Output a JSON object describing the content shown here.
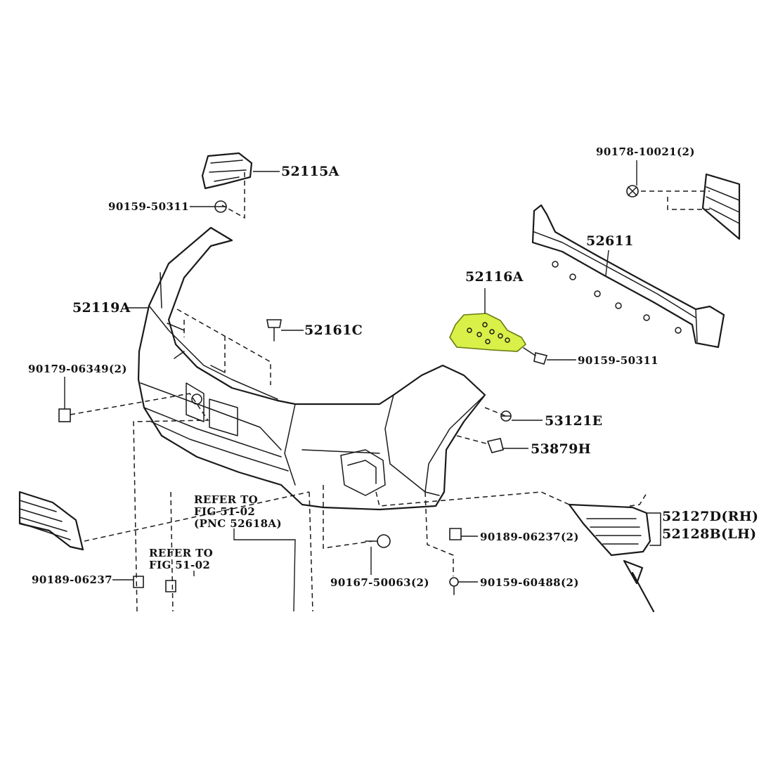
{
  "diagram": {
    "highlight_color": "#d8f048",
    "callouts": [
      {
        "id": "52115A",
        "text": "52115A"
      },
      {
        "id": "90159-50311-left",
        "text": "90159-50311"
      },
      {
        "id": "52119A",
        "text": "52119A"
      },
      {
        "id": "52161C",
        "text": "52161C"
      },
      {
        "id": "90179-06349",
        "text": "90179-06349(2)"
      },
      {
        "id": "52116A",
        "text": "52116A"
      },
      {
        "id": "90159-50311-right",
        "text": "90159-50311"
      },
      {
        "id": "90178-10021",
        "text": "90178-10021(2)"
      },
      {
        "id": "52611",
        "text": "52611"
      },
      {
        "id": "53121E",
        "text": "53121E"
      },
      {
        "id": "53879H",
        "text": "53879H"
      },
      {
        "id": "52127D",
        "text": "52127D(RH)"
      },
      {
        "id": "52128B",
        "text": "52128B(LH)"
      },
      {
        "id": "90189-06237-right",
        "text": "90189-06237(2)"
      },
      {
        "id": "90159-60488",
        "text": "90159-60488(2)"
      },
      {
        "id": "90167-50063",
        "text": "90167-50063(2)"
      },
      {
        "id": "90189-06237-left",
        "text": "90189-06237"
      }
    ],
    "refer_notes": [
      {
        "line1": "REFER TO",
        "line2": "FIG 51-02",
        "line3": "(PNC 52618A)"
      },
      {
        "line1": "REFER TO",
        "line2": "FIG 51-02"
      }
    ]
  }
}
